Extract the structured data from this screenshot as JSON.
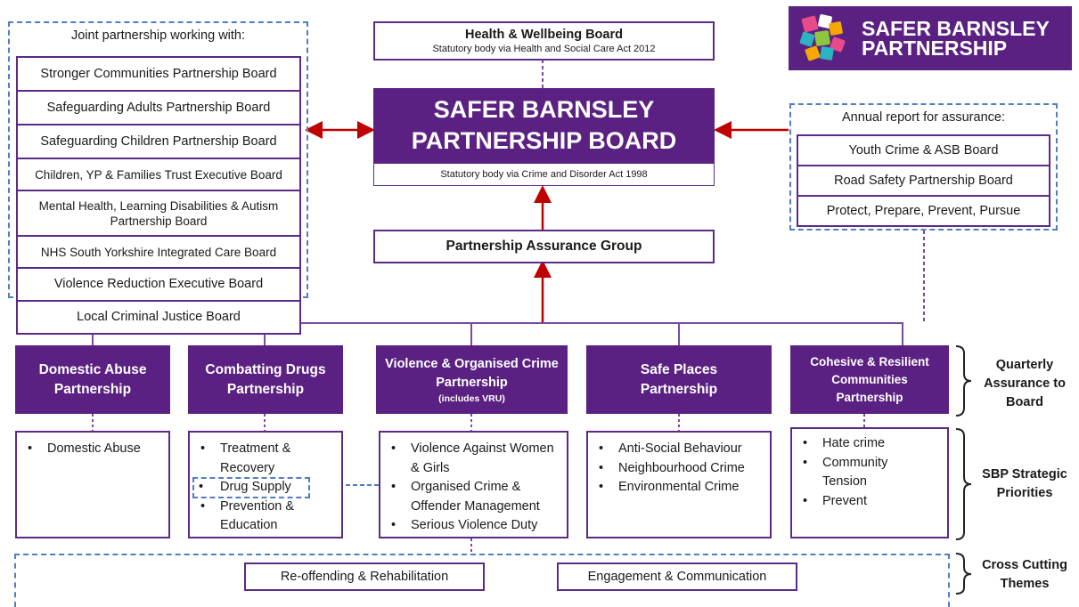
{
  "logo": {
    "text_line1": "SAFER BARNSLEY",
    "text_line2": "PARTNERSHIP",
    "bg_color": "#5b2182"
  },
  "health_board": {
    "title": "Health & Wellbeing Board",
    "subtitle": "Statutory body via Health and Social Care Act 2012"
  },
  "main_board": {
    "title_line1": "SAFER BARNSLEY",
    "title_line2": "PARTNERSHIP BOARD",
    "subtitle": "Statutory body via Crime and Disorder Act 1998"
  },
  "assurance_group": {
    "title": "Partnership Assurance Group"
  },
  "joint": {
    "heading": "Joint partnership working with:",
    "items": [
      "Stronger Communities Partnership Board",
      "Safeguarding Adults Partnership Board",
      "Safeguarding Children Partnership Board",
      "Children, YP & Families Trust Executive Board",
      "Mental Health, Learning Disabilities & Autism Partnership Board",
      "NHS South Yorkshire Integrated Care Board",
      "Violence Reduction Executive Board",
      "Local Criminal Justice Board"
    ]
  },
  "annual": {
    "heading": "Annual report for assurance:",
    "items": [
      "Youth Crime & ASB Board",
      "Road Safety Partnership Board",
      "Protect, Prepare, Prevent, Pursue"
    ]
  },
  "partnerships": [
    {
      "title": "Domestic Abuse Partnership",
      "note": ""
    },
    {
      "title": "Combatting Drugs Partnership",
      "note": ""
    },
    {
      "title": "Violence & Organised Crime Partnership",
      "note": "(includes VRU)"
    },
    {
      "title": "Safe Places Partnership",
      "note": ""
    },
    {
      "title": "Cohesive & Resilient Communities Partnership",
      "note": ""
    }
  ],
  "priorities": [
    [
      "Domestic Abuse"
    ],
    [
      "Treatment & Recovery",
      "Drug Supply",
      "Prevention & Education"
    ],
    [
      "Violence Against Women & Girls",
      "Organised Crime & Offender Management",
      "Serious Violence Duty"
    ],
    [
      "Anti-Social Behaviour",
      "Neighbourhood Crime",
      "Environmental Crime"
    ],
    [
      "Hate crime",
      "Community Tension",
      "Prevent"
    ]
  ],
  "themes": [
    "Re-offending & Rehabilitation",
    "Engagement & Communication"
  ],
  "side_labels": {
    "quarterly": "Quarterly Assurance to Board",
    "priorities": "SBP Strategic Priorities",
    "cross": "Cross Cutting Themes"
  },
  "colors": {
    "purple": "#5b2182",
    "arrow_red": "#c00000",
    "dashed_blue": "#4f7ec4"
  }
}
